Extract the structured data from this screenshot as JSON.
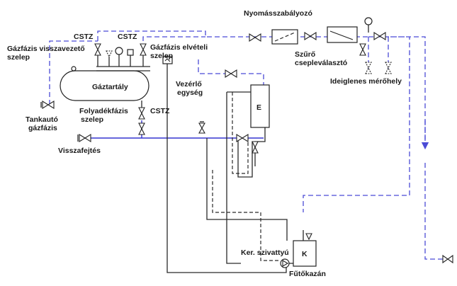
{
  "labels": {
    "regulator": "Nyomásszabályozó",
    "cstz_left": "CSTZ",
    "cstz_mid": "CSTZ",
    "cstz_liquid": "CSTZ",
    "gas_return_valve_1": "Gázfázis visszavezető",
    "gas_return_valve_2": "szelep",
    "gas_outlet_valve_1": "Gázfázis elvételi",
    "gas_outlet_valve_2": "szelep",
    "filter_1": "Szűrő",
    "filter_2": "csepleválasztó",
    "temp_meters": "Ideiglenes mérőhely",
    "tank": "Gáztartály",
    "control_1": "Vezérlő",
    "control_2": "egység",
    "evaporator": "E",
    "truck_1": "Tankautó",
    "truck_2": "gázfázis",
    "liquid_valve_1": "Folyadékfázis",
    "liquid_valve_2": "szelep",
    "refill": "Visszafejtés",
    "pump": "Ker. szivattyú",
    "boiler_box": "K",
    "boiler": "Fűtőkazán"
  },
  "colors": {
    "line": "#2a2a2a",
    "gas_line": "#4b4bd6",
    "liquid_line": "#3535d0",
    "background": "#ffffff"
  }
}
